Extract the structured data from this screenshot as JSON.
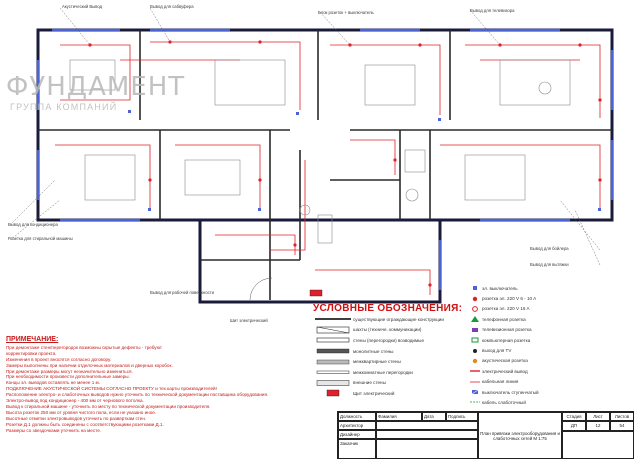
{
  "watermark": {
    "line1": "ФУНДАМЕНТ",
    "line2": "ГРУППА КОМПАНИЙ"
  },
  "callouts": {
    "c1": "Акустический Вывод",
    "c2": "Вывод для сабвуфера",
    "c3": "Блок розеток + выключатель",
    "c4": "Вывод для телевизора",
    "c5": "Вывод для кондиционера",
    "c6": "Розетка для стиральной машины",
    "c7": "Вывод для бойлера",
    "c8": "Вывод для вытяжки",
    "c9": "Вывод для рабочей поверхности",
    "c10": "Шит электрический"
  },
  "legend": {
    "title": "УСЛОВНЫЕ ОБОЗНАЧЕНИЯ:",
    "items": [
      "существующие ограждающие конструкции",
      "шахты (техниче. коммуникации)",
      "стены (перегородки) возводимые",
      "монолитные стены",
      "межквартирные стены",
      "межкомнатные перегородки",
      "внешние стены",
      "Щит электрический"
    ]
  },
  "legend2": {
    "items": [
      "эл. выключатель",
      "розетка эл. 220 V 6 - 10 A",
      "розетка эл. 220 V 16 A",
      "телефонная розетка",
      "телевизионная розетка",
      "компьютерная розетка",
      "выход для TV",
      "акустическая розетка",
      "электрический вывод",
      "кабельная линия",
      "выключатель ступенчатый",
      "кабель слаботочный"
    ]
  },
  "notes": {
    "title": "ПРИМЕЧАНИЕ:",
    "lines": [
      "При демонтаже стен/перегородок возможны скрытые дефекты - требуют",
      "корректировки проекта.",
      "Изменения в проект вносятся согласно договору.",
      "Замеры выполнены при наличии отделочных материалов и дверных коробок.",
      "При демонтаже размеры могут незначительно измениться.",
      "При необходимости произвести дополнительные замеры.",
      "Концы эл. выводов оставлять не менее 1 м.",
      "ПОДКЛЮЧЕНИЕ АКУСТИЧЕСКОЙ СИСТЕМЫ СОГЛАСНО ПРОЕКТУ и тех.карты производителей!",
      "Расположение электро- и слаботочных выводов нужно уточнить по технической документации поставщика оборудования.",
      "Электро-вывод под кондиционер - 400 мм от чернового потолка.",
      "Вывод к стиральной машине - уточнить по месту по технической документации производителя.",
      "Высота розеток 250 мм от уровня чистого пола, если не указано иное.",
      "Высотные отметки электровыводов уточнить по разверткам стен.",
      "Розетки Д.1 должны быть соединены с соответствующими розетками Д.1.",
      "Размеры со звездочками уточнить на месте."
    ]
  },
  "stamp": {
    "headers": [
      "Должность",
      "Фамилия",
      "Дата",
      "Подпись"
    ],
    "roles": [
      "Архитектор",
      "Дизайнер",
      "Заказчик"
    ],
    "drawing_title": "План привязки электрооборудования и слаботочных сетей М 1:75",
    "stage_label": "Стадия",
    "sheet_label": "Лист",
    "sheets_label": "Листов",
    "stage": "ДП",
    "sheet": "12",
    "sheets": "54"
  }
}
